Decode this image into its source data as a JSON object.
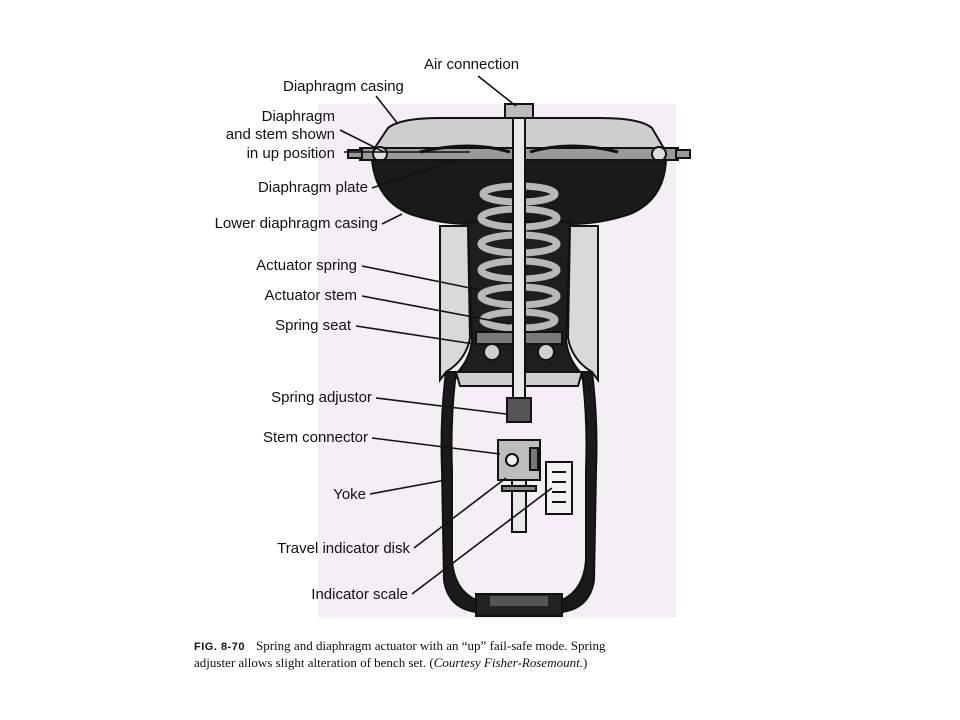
{
  "labels": {
    "air_connection": "Air connection",
    "diaphragm_casing": "Diaphragm casing",
    "diaphragm_line1": "Diaphragm",
    "diaphragm_line2": "and stem shown",
    "diaphragm_line3": "in up position",
    "diaphragm_plate": "Diaphragm plate",
    "lower_diaphragm_casing": "Lower diaphragm casing",
    "actuator_spring": "Actuator spring",
    "actuator_stem": "Actuator stem",
    "spring_seat": "Spring seat",
    "spring_adjustor": "Spring adjustor",
    "stem_connector": "Stem connector",
    "yoke": "Yoke",
    "travel_indicator_disk": "Travel indicator disk",
    "indicator_scale": "Indicator scale"
  },
  "caption": {
    "fig": "FIG. 8-70",
    "line1": "Spring and diaphragm actuator with an “up” fail-safe mode. Spring",
    "line2a": "adjuster allows slight alteration of bench set. (",
    "line2b": "Courtesy Fisher-Rosemount.",
    "line2c": ")"
  },
  "colors": {
    "panel_background": "#f6eef6",
    "metal_dark": "#1a1a1a",
    "metal_light": "#bdbdbd",
    "outline": "#111111"
  }
}
